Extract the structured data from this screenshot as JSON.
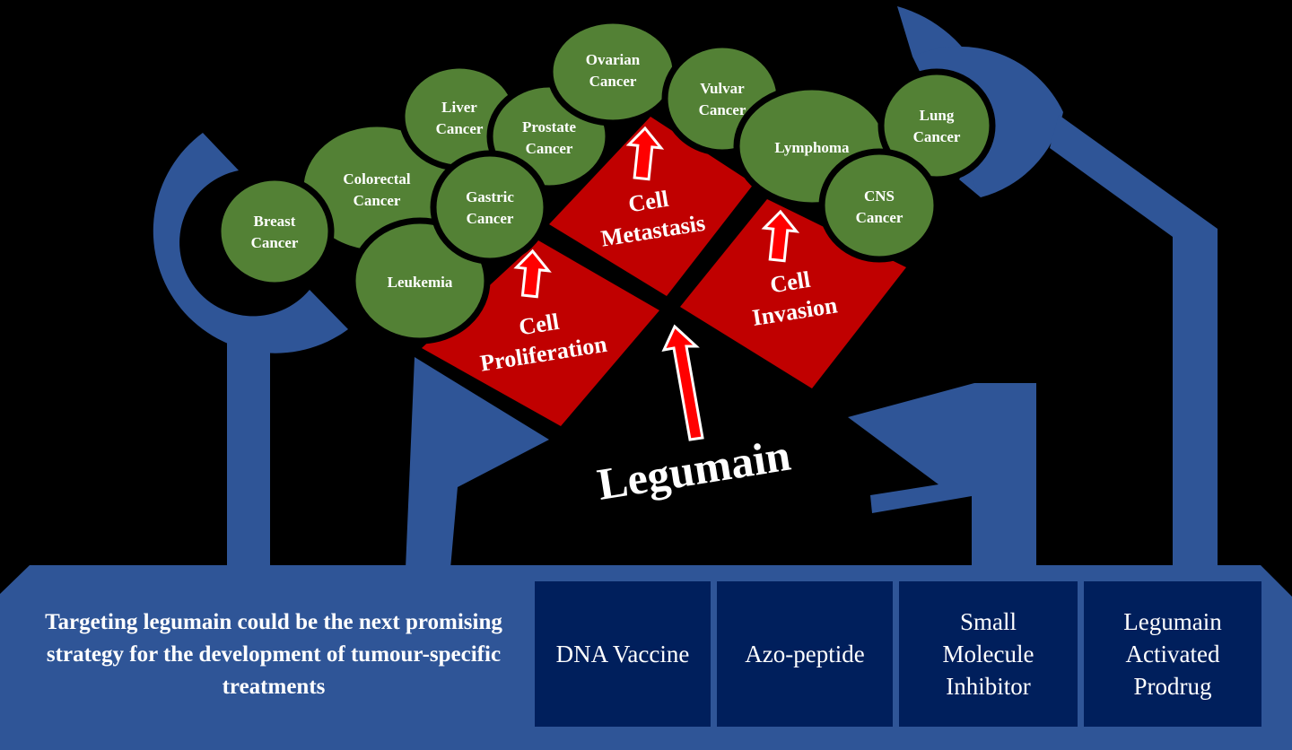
{
  "colors": {
    "background": "#000000",
    "antibody_blue": "#2f5597",
    "cancer_green": "#538135",
    "process_red": "#c00000",
    "arrow_red": "#ff0000",
    "strategy_navy": "#001f5c",
    "text": "#ffffff"
  },
  "cancers": [
    {
      "id": "breast",
      "lines": [
        "Breast",
        "Cancer"
      ]
    },
    {
      "id": "colorectal",
      "lines": [
        "Colorectal",
        "Cancer"
      ]
    },
    {
      "id": "liver",
      "lines": [
        "Liver",
        "Cancer"
      ]
    },
    {
      "id": "prostate",
      "lines": [
        "Prostate",
        "Cancer"
      ]
    },
    {
      "id": "ovarian",
      "lines": [
        "Ovarian",
        "Cancer"
      ]
    },
    {
      "id": "vulvar",
      "lines": [
        "Vulvar",
        "Cancer"
      ]
    },
    {
      "id": "gastric",
      "lines": [
        "Gastric",
        "Cancer"
      ]
    },
    {
      "id": "leukemia",
      "lines": [
        "Leukemia"
      ]
    },
    {
      "id": "lymphoma",
      "lines": [
        "Lymphoma"
      ]
    },
    {
      "id": "lung",
      "lines": [
        "Lung",
        "Cancer"
      ]
    },
    {
      "id": "cns",
      "lines": [
        "CNS",
        "Cancer"
      ]
    }
  ],
  "processes": [
    {
      "id": "proliferation",
      "lines": [
        "Cell",
        "Proliferation"
      ]
    },
    {
      "id": "metastasis",
      "lines": [
        "Cell",
        "Metastasis"
      ]
    },
    {
      "id": "invasion",
      "lines": [
        "Cell",
        "Invasion"
      ]
    }
  ],
  "center_label": "Legumain",
  "base": {
    "statement": "Targeting legumain could be the next promising strategy for the development of tumour-specific treatments",
    "strategies": [
      {
        "id": "dna-vaccine",
        "label": "DNA Vaccine"
      },
      {
        "id": "azo-peptide",
        "label": "Azo-peptide"
      },
      {
        "id": "small-molecule-inhibitor",
        "label": "Small\nMolecule\nInhibitor"
      },
      {
        "id": "legumain-activated-prodrug",
        "label": "Legumain\nActivated\nProdrug"
      }
    ]
  }
}
